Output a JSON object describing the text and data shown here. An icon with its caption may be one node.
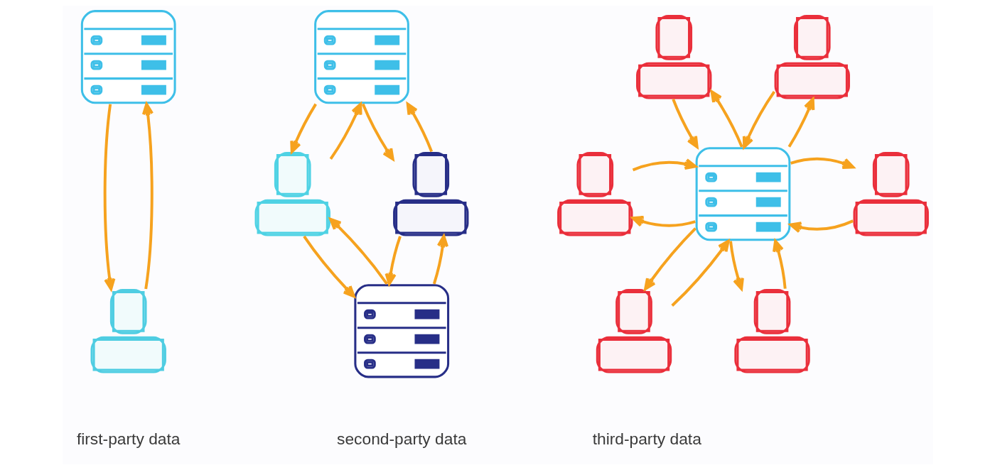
{
  "diagram": {
    "nodes": [
      {
        "text": [],
        "shape": "server"
      },
      {
        "text": [],
        "shape": "person"
      },
      {
        "text": [],
        "shape": "server"
      },
      {
        "text": [],
        "shape": "person"
      },
      {
        "text": [],
        "shape": "person"
      },
      {
        "text": [],
        "shape": "server"
      },
      {
        "text": [],
        "shape": "person"
      },
      {
        "text": [],
        "shape": "person"
      },
      {
        "text": [],
        "shape": "person"
      },
      {
        "text": [],
        "shape": "server"
      },
      {
        "text": [],
        "shape": "person"
      },
      {
        "text": [],
        "shape": "person"
      },
      {
        "text": [],
        "shape": "person"
      }
    ],
    "edges": [
      {
        "from": 1,
        "to": 0,
        "arrow": "to"
      },
      {
        "from": 0,
        "to": 1,
        "arrow": "to"
      },
      {
        "from": 3,
        "to": 2,
        "arrow": "to"
      },
      {
        "from": 2,
        "to": 3,
        "arrow": "to"
      },
      {
        "from": 2,
        "to": 4,
        "arrow": "to"
      },
      {
        "from": 4,
        "to": 2,
        "arrow": "to"
      },
      {
        "from": 3,
        "to": 5,
        "arrow": "to"
      },
      {
        "from": 5,
        "to": 3,
        "arrow": "to"
      },
      {
        "from": 5,
        "to": 4,
        "arrow": "to"
      },
      {
        "from": 4,
        "to": 5,
        "arrow": "to"
      },
      {
        "from": 6,
        "to": 9,
        "arrow": "to"
      },
      {
        "from": 9,
        "to": 6,
        "arrow": "to"
      },
      {
        "from": 9,
        "to": 7,
        "arrow": "to"
      },
      {
        "from": 7,
        "to": 9,
        "arrow": "to"
      },
      {
        "from": 9,
        "to": 8,
        "arrow": "to"
      },
      {
        "from": 8,
        "to": 9,
        "arrow": "to"
      },
      {
        "from": 10,
        "to": 9,
        "arrow": "to"
      },
      {
        "from": 9,
        "to": 10,
        "arrow": "to"
      },
      {
        "from": 9,
        "to": 11,
        "arrow": "to"
      },
      {
        "from": 11,
        "to": 9,
        "arrow": "to"
      },
      {
        "from": 9,
        "to": 12,
        "arrow": "to"
      },
      {
        "from": 12,
        "to": 9,
        "arrow": "to"
      }
    ],
    "labels": [
      "first-party data",
      "second-party data",
      "third-party data"
    ]
  }
}
